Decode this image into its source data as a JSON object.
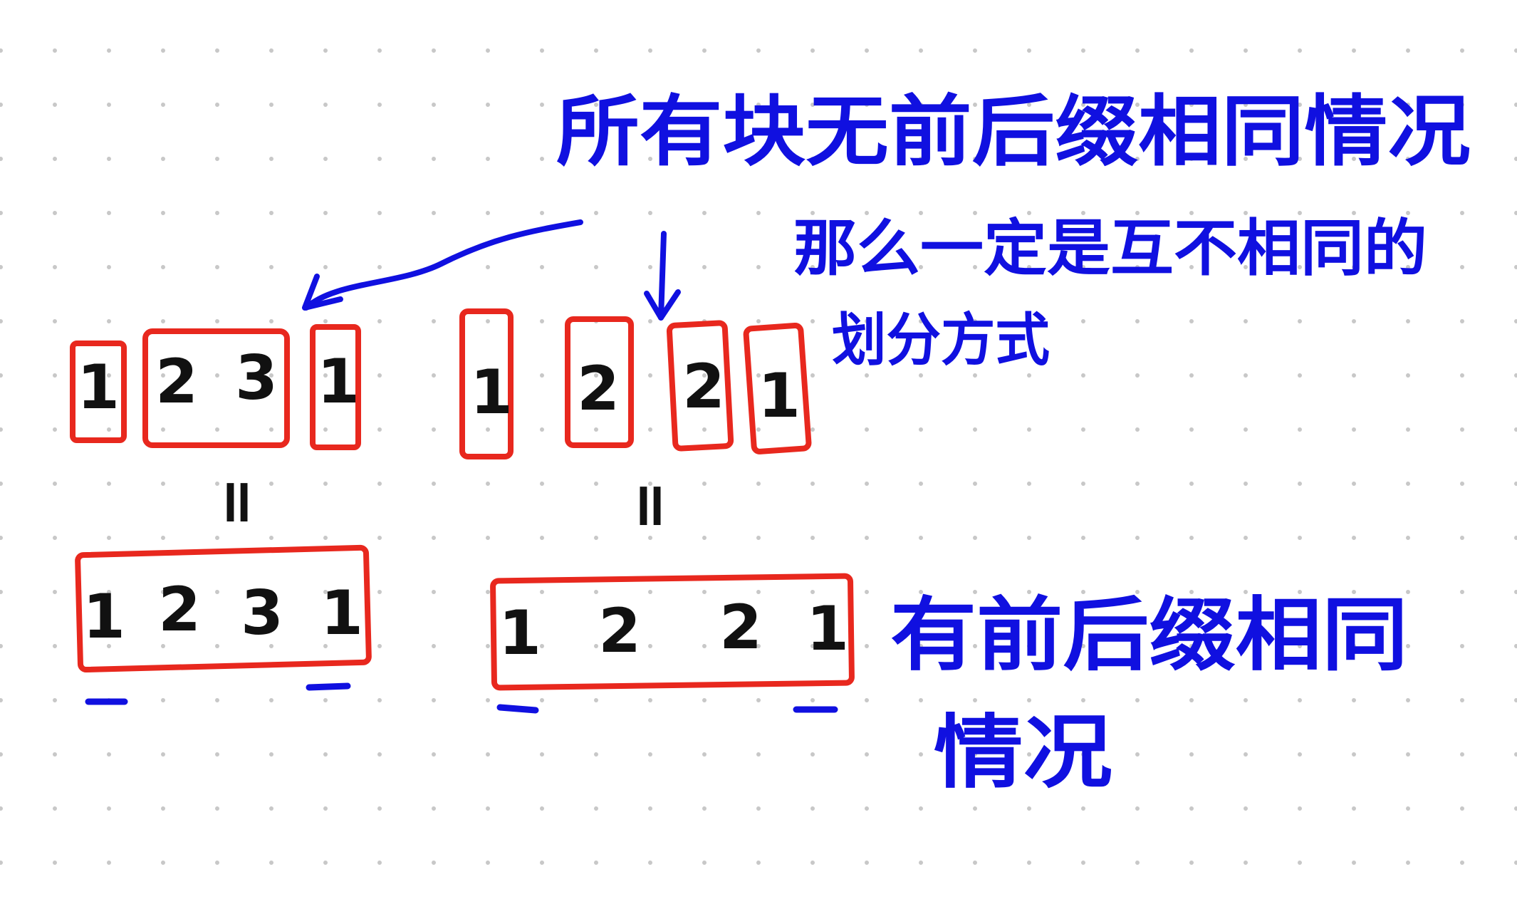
{
  "colors": {
    "ink_blue": "#1010e0",
    "ink_red": "#e8281e",
    "ink_black": "#111111",
    "dot": "#c8c8c8"
  },
  "annotation_top": {
    "line1": "所有块无前后缀相同情况",
    "line2": "那么一定是互不相同的",
    "line3": "划分方式"
  },
  "annotation_bottom": {
    "line1": "有前后缀相同",
    "line2": "情况"
  },
  "example_left": {
    "split_blocks": [
      "1",
      "2 3",
      "1"
    ],
    "equals": "=",
    "whole": [
      "1",
      "2",
      "3",
      "1"
    ]
  },
  "example_right": {
    "split_blocks": [
      "1",
      "2",
      "2",
      "1"
    ],
    "equals": "=",
    "whole": [
      "1",
      "2",
      "2",
      "1"
    ]
  }
}
